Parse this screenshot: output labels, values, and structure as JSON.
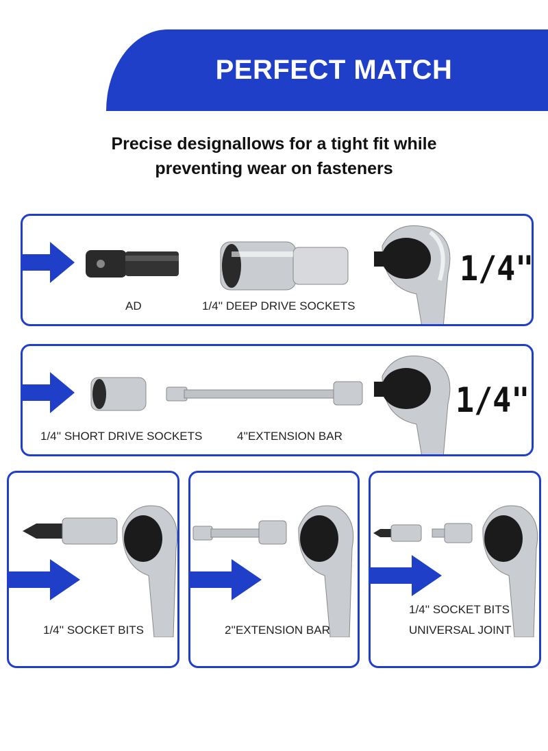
{
  "header": {
    "title": "PERFECT MATCH"
  },
  "subtitle": {
    "line1": "Precise designallows for a tight fit while",
    "line2": "preventing wear on fasteners"
  },
  "panel1": {
    "items": [
      "AD",
      "1/4'' DEEP DRIVE SOCKETS"
    ],
    "size": "1/4\""
  },
  "panel2": {
    "items": [
      "1/4'' SHORT DRIVE SOCKETS",
      "4''EXTENSION BAR"
    ],
    "size": "1/4\""
  },
  "panel3": {
    "label": "1/4'' SOCKET BITS"
  },
  "panel4": {
    "label": "2''EXTENSION BAR"
  },
  "panel5": {
    "line1": "1/4'' SOCKET BITS",
    "line2": "UNIVERSAL JOINT"
  },
  "colors": {
    "accent": "#1f3fc8",
    "chrome": "#c9ccd1",
    "dark": "#1b1b1b"
  },
  "icons": [
    "right-arrow-icon",
    "ratchet-icon",
    "socket-icon",
    "adapter-icon",
    "extension-bar-icon",
    "bit-icon"
  ]
}
